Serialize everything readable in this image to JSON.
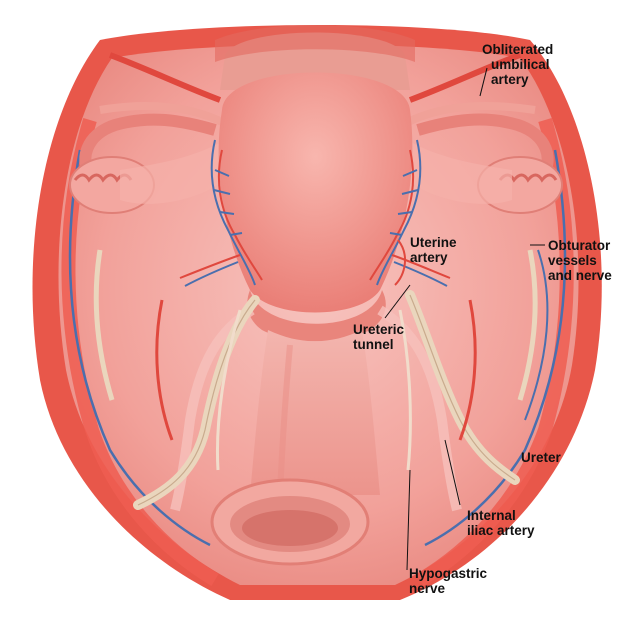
{
  "labels": {
    "obliterated_umbilical_artery": [
      "Obliterated",
      "umbilical",
      "artery"
    ],
    "uterine_artery": [
      "Uterine",
      "artery"
    ],
    "obturator_vessels_and_nerve": [
      "Obturator",
      "vessels",
      "and nerve"
    ],
    "ureteric_tunnel": [
      "Ureteric",
      "tunnel"
    ],
    "ureter": [
      "Ureter"
    ],
    "internal_iliac_artery": [
      "Internal",
      "iliac artery"
    ],
    "hypogastric_nerve": [
      "Hypogastric",
      "nerve"
    ]
  },
  "colors": {
    "pelvic_wall": "#e8574a",
    "peritoneum": "#f2a59f",
    "uterus": "#f08e88",
    "vessel_blue": "#4a6fae",
    "vessel_red": "#e0483e",
    "ureter": "#ead6bd",
    "label_text": "#111111"
  }
}
